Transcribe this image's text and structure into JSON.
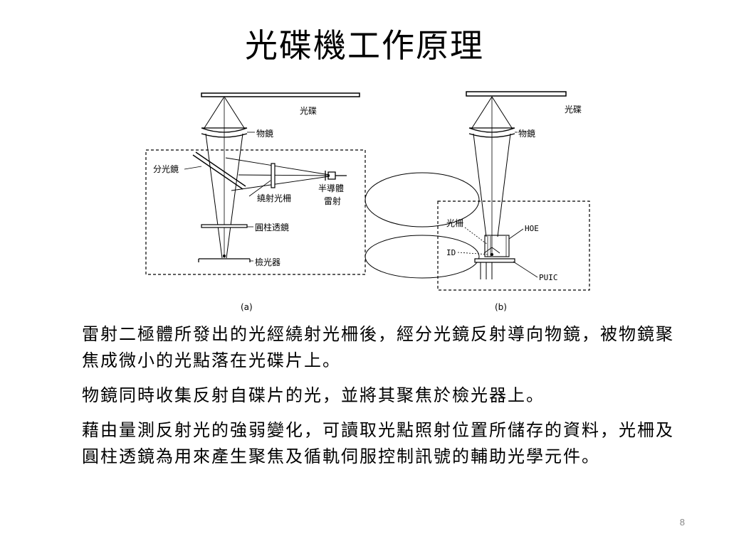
{
  "slide": {
    "title": "光碟機工作原理",
    "page_number": "8"
  },
  "figure": {
    "panel_a": {
      "caption": "(a)",
      "labels": {
        "disc": "光碟",
        "objective_lens": "物鏡",
        "beam_splitter": "分光鏡",
        "diffraction_grating": "繞射光柵",
        "laser_line1": "半導體",
        "laser_line2": "雷射",
        "cylindrical_lens": "圓柱透鏡",
        "detector": "檢光器"
      }
    },
    "panel_b": {
      "caption": "(b)",
      "labels": {
        "disc": "光碟",
        "objective_lens": "物鏡",
        "grating": "光柵",
        "hoe": "HOE",
        "id": "ID",
        "puic": "PUIC"
      }
    }
  },
  "paragraphs": [
    "雷射二極體所發出的光經繞射光柵後，經分光鏡反射導向物鏡，被物鏡聚焦成微小的光點落在光碟片上。",
    "物鏡同時收集反射自碟片的光，並將其聚焦於檢光器上。",
    "藉由量測反射光的強弱變化，可讀取光點照射位置所儲存的資料，光柵及圓柱透鏡為用來產生聚焦及循軌伺服控制訊號的輔助光學元件。"
  ]
}
